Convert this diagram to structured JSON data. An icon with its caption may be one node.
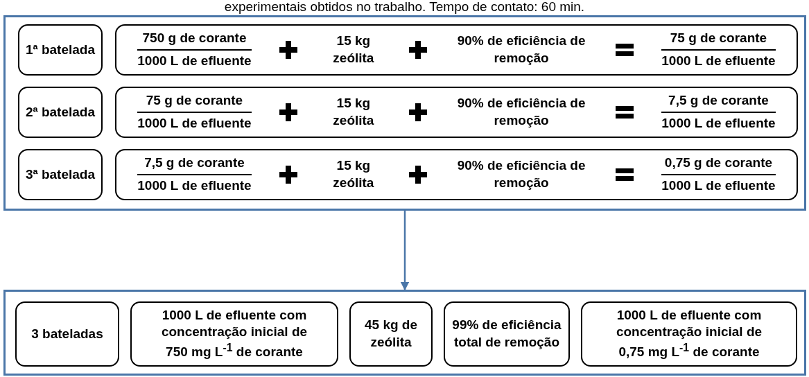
{
  "diagram": {
    "nodes": [
      {
        "text": [],
        "shape": "box"
      },
      {
        "text": [
          "1ª batelada"
        ],
        "in": 0
      },
      {
        "text": [
          "750 g de corante",
          "1000 L de efluente",
          "15 kg zeólita",
          "90% de eficiência de remoção",
          "75 g de corante",
          "1000 L de efluente"
        ],
        "in": 0
      },
      {
        "text": [
          "2ª batelada"
        ],
        "in": 0
      },
      {
        "text": [
          "75 g de corante",
          "1000 L de efluente",
          "15 kg zeólita",
          "90% de eficiência de remoção",
          "7,5 g de corante",
          "1000 L de efluente"
        ],
        "in": 0
      },
      {
        "text": [
          "3ª batelada"
        ],
        "in": 0
      },
      {
        "text": [
          "7,5 g de corante",
          "1000 L de efluente",
          "15 kg zeólita",
          "90% de eficiência de remoção",
          "0,75 g de corante",
          "1000 L de efluente"
        ],
        "in": 0
      },
      {
        "text": [],
        "shape": "box"
      },
      {
        "text": [
          "3 bateladas"
        ],
        "in": 7
      },
      {
        "text": [
          "1000 L de efluente com concentração inicial de 750 mg L$^{-1}$ de corante"
        ],
        "in": 7
      },
      {
        "text": [
          "45 kg de zeólita"
        ],
        "in": 7
      },
      {
        "text": [
          "99% de eficiência total de remoção"
        ],
        "in": 7
      },
      {
        "text": [
          "1000 L de efluente com concentração inicial de 0,75 mg L$^{-1}$ de corante"
        ],
        "in": 7
      }
    ],
    "edges": [
      {
        "from": 0,
        "to": 7,
        "arrow": "to"
      }
    ],
    "labels": [
      "experimentais obtidos no trabalho. Tempo de contato: 60 min."
    ]
  }
}
